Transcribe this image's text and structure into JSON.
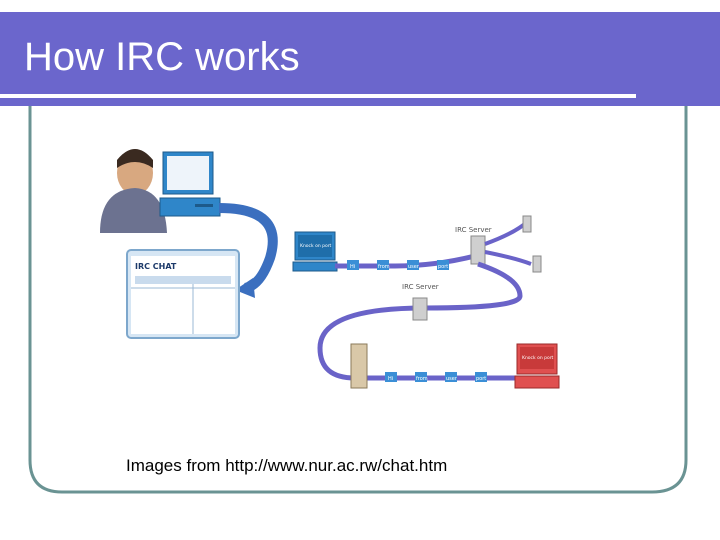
{
  "slide": {
    "title": "How IRC works",
    "caption": "Images from http://www.nur.ac.rw/chat.htm"
  },
  "diagram": {
    "chat_window_title": "IRC CHAT",
    "server_labels": [
      "IRC Server",
      "IRC Server"
    ],
    "client_screen_text": "Knock on port",
    "packet_labels_top": [
      "Hi",
      "from",
      "user",
      "port"
    ],
    "packet_labels_bottom": [
      "Hi",
      "from",
      "user",
      "port"
    ]
  },
  "colors": {
    "title_bar": "#6b66cc",
    "frame_border": "#6a9393",
    "cable": "#6a63c8",
    "packet": "#3b8fd6",
    "monitor_blue": "#2f86c9",
    "monitor_red": "#e05050"
  }
}
